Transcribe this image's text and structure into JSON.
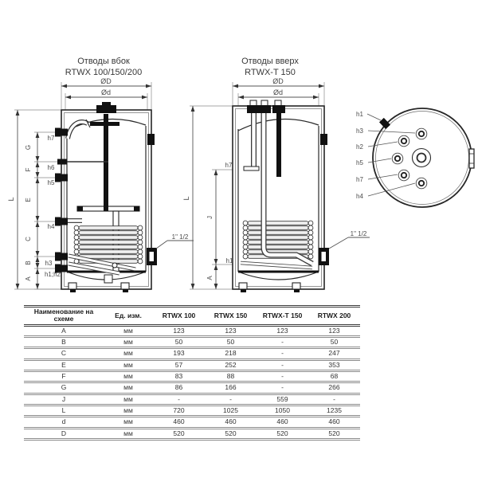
{
  "diagrams": {
    "side_outlets": {
      "title_line1": "Отводы вбок",
      "title_line2": "RTWX 100/150/200",
      "dim_diameter_outer": "ØD",
      "dim_diameter_inner": "Ød",
      "dim_height": "L",
      "chain_dims": [
        "G",
        "F",
        "E",
        "C",
        "B",
        "A"
      ],
      "ports": [
        "h7",
        "h6",
        "h5",
        "h4",
        "h3",
        "h1;h2"
      ],
      "connection_size": "1\" 1/2"
    },
    "top_outlets": {
      "title_line1": "Отводы вверх",
      "title_line2": "RTWX-T 150",
      "dim_diameter_outer": "ØD",
      "dim_diameter_inner": "Ød",
      "dim_height": "L",
      "dim_j": "J",
      "dim_a": "A",
      "ports": [
        "h7",
        "h1"
      ],
      "connection_size": "1\" 1/2"
    },
    "top_view": {
      "port_labels": [
        "h1",
        "h3",
        "h2",
        "h5",
        "h7",
        "h4"
      ]
    }
  },
  "table": {
    "headers": [
      "Наименование на схеме",
      "Ед. изм.",
      "RTWX 100",
      "RTWX 150",
      "RTWX-T 150",
      "RTWX 200"
    ],
    "rows": [
      {
        "name": "A",
        "unit": "мм",
        "values": [
          "123",
          "123",
          "123",
          "123"
        ]
      },
      {
        "name": "B",
        "unit": "мм",
        "values": [
          "50",
          "50",
          "-",
          "50"
        ]
      },
      {
        "name": "C",
        "unit": "мм",
        "values": [
          "193",
          "218",
          "-",
          "247"
        ]
      },
      {
        "name": "E",
        "unit": "мм",
        "values": [
          "57",
          "252",
          "-",
          "353"
        ]
      },
      {
        "name": "F",
        "unit": "мм",
        "values": [
          "83",
          "88",
          "-",
          "68"
        ]
      },
      {
        "name": "G",
        "unit": "мм",
        "values": [
          "86",
          "166",
          "-",
          "266"
        ]
      },
      {
        "name": "J",
        "unit": "мм",
        "values": [
          "-",
          "-",
          "559",
          "-"
        ]
      },
      {
        "name": "L",
        "unit": "мм",
        "values": [
          "720",
          "1025",
          "1050",
          "1235"
        ]
      },
      {
        "name": "d",
        "unit": "мм",
        "values": [
          "460",
          "460",
          "460",
          "460"
        ]
      },
      {
        "name": "D",
        "unit": "мм",
        "values": [
          "520",
          "520",
          "520",
          "520"
        ]
      }
    ]
  },
  "colors": {
    "line": "#262626",
    "dim_line": "#555555",
    "label": "#4a4a4a",
    "fitting_fill": "#141414"
  }
}
